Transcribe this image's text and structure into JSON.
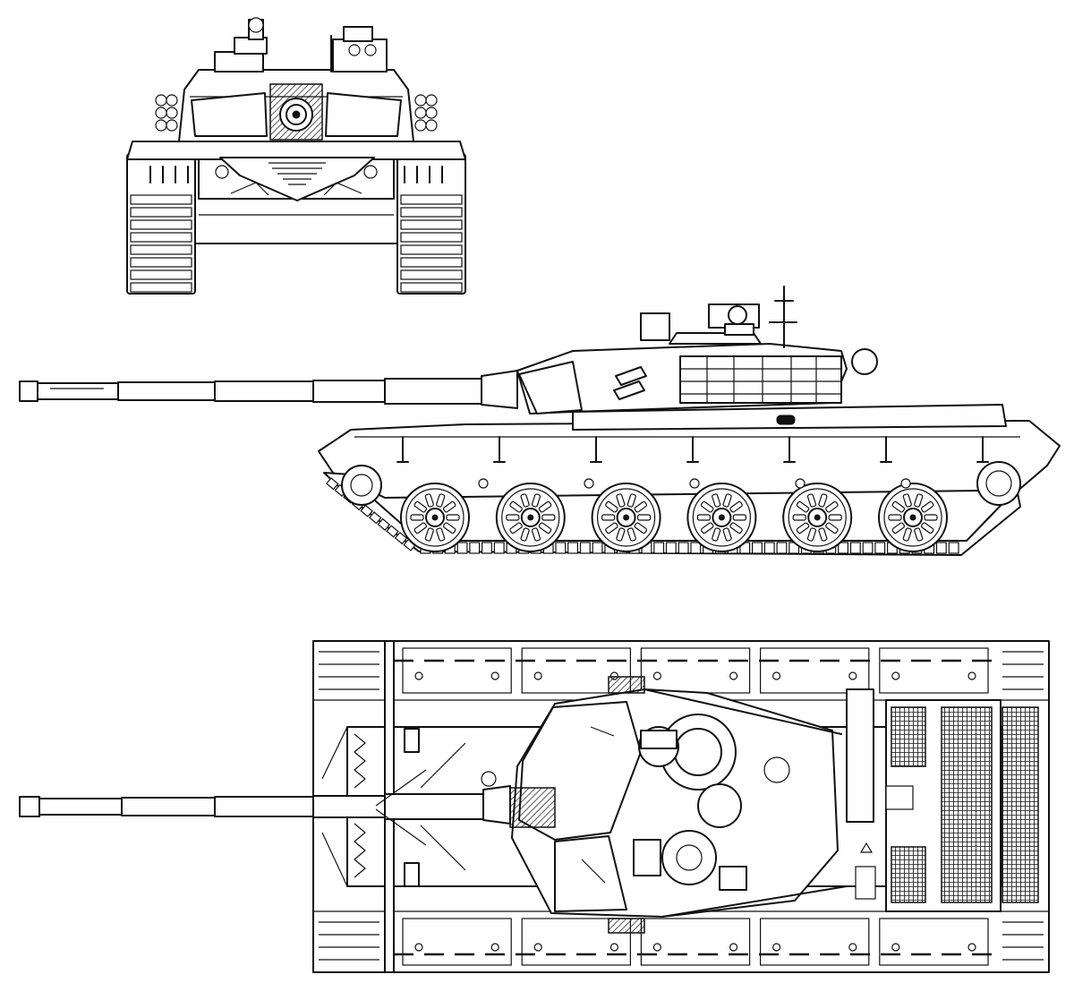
{
  "views": {
    "front": {
      "road_wheel_spoke_count": 0
    },
    "side": {
      "road_wheels": 6,
      "return_rollers": 5,
      "track_links": 44,
      "spokes_per_wheel": 10
    },
    "top": {
      "panels_per_fender": 5
    }
  },
  "colors": {
    "line": "#111111",
    "background": "#ffffff"
  }
}
